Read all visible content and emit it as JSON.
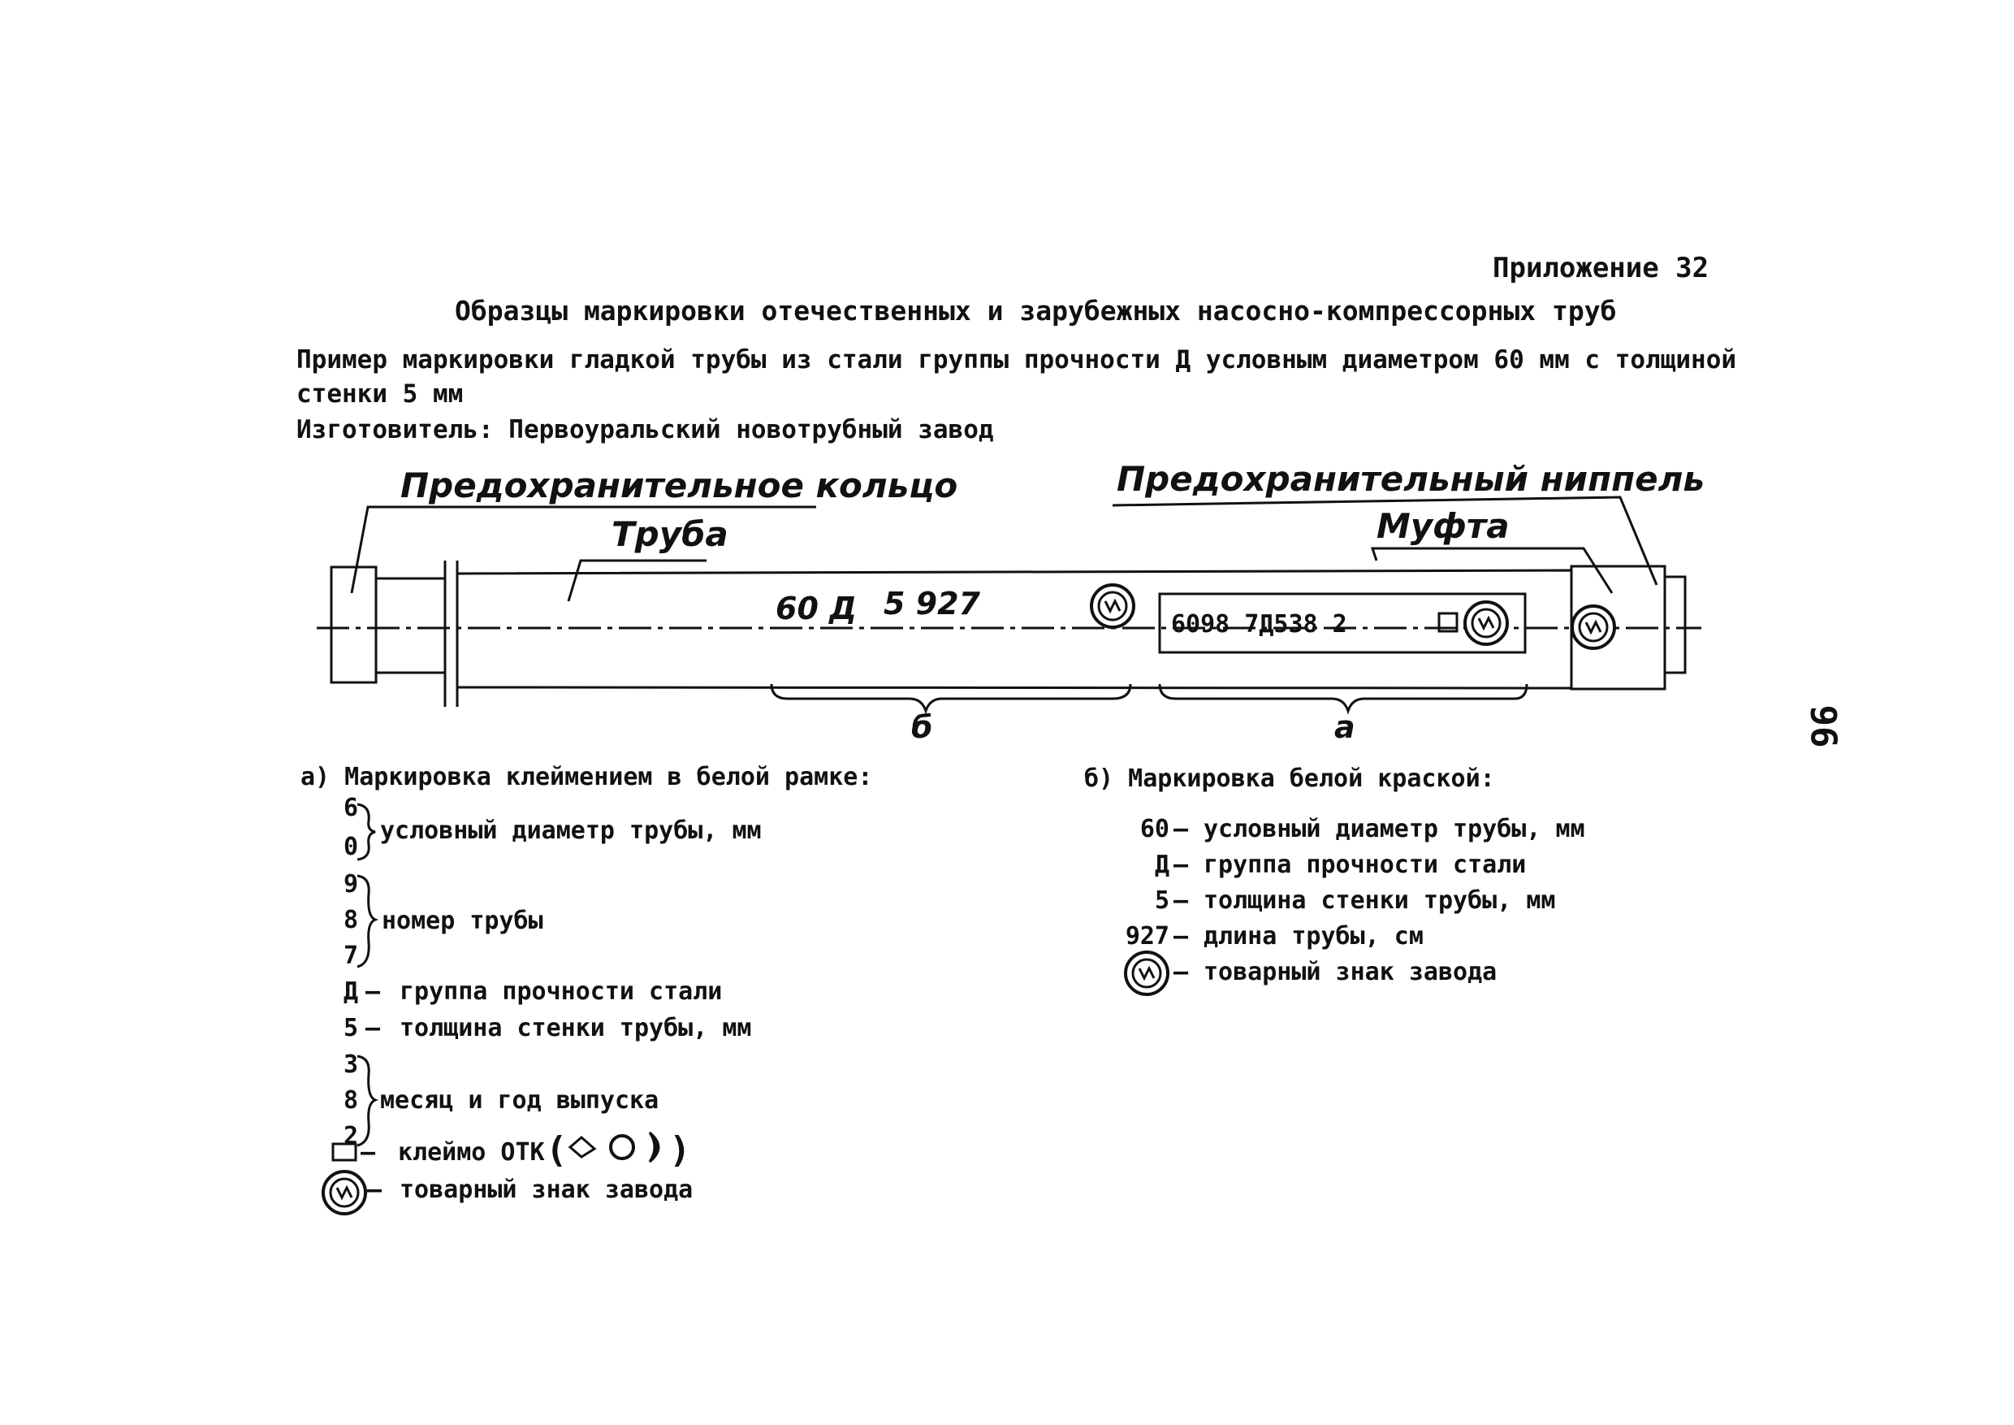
{
  "header": {
    "appendix": "Приложение 32",
    "title": "Образцы маркировки отечественных и зарубежных насосно-компрессорных труб",
    "example_line1": "Пример маркировки гладкой трубы из стали группы прочности Д условным диаметром 60 мм с толщиной",
    "example_line2": "стенки 5 мм",
    "maker": "Изготовитель: Первоуральский новотрубный завод"
  },
  "diagram": {
    "label_ring": "Предохранительное кольцо",
    "label_nipple": "Предохранительный ниппель",
    "label_pipe": "Труба",
    "label_coupling": "Муфта",
    "paint_marking_1": "60 Д",
    "paint_marking_2": "5 927",
    "stamp_marking": "6098 7Д538 2",
    "section_b": "б",
    "section_a": "а"
  },
  "page_number": "96",
  "legend_a": {
    "title": "а) Маркировка клеймением в белой рамке:",
    "digits_diameter": [
      "6",
      "0"
    ],
    "digits_number": [
      "9",
      "8",
      "7"
    ],
    "digits_date": [
      "3",
      "8",
      "2"
    ],
    "diameter": "условный диаметр трубы, мм",
    "number": "номер трубы",
    "group_key": "Д",
    "group": "группа прочности стали",
    "wall_key": "5",
    "wall": "толщина стенки трубы, мм",
    "date": "месяц и год выпуска",
    "otk": "клеймо ОТК",
    "trademark": "товарный знак завода"
  },
  "legend_b": {
    "title": "б) Маркировка белой краской:",
    "items": [
      {
        "key": "60",
        "text": "условный диаметр трубы, мм"
      },
      {
        "key": "Д",
        "text": "группа прочности стали"
      },
      {
        "key": "5",
        "text": "толщина стенки трубы, мм"
      },
      {
        "key": "927",
        "text": "длина трубы, см"
      },
      {
        "key": "",
        "text": "товарный знак завода"
      }
    ]
  },
  "colors": {
    "ink": "#111111",
    "paper": "#ffffff"
  },
  "icons": {
    "trademark": "factory-trademark-icon",
    "otk_stamp": "otk-stamp-icon"
  }
}
